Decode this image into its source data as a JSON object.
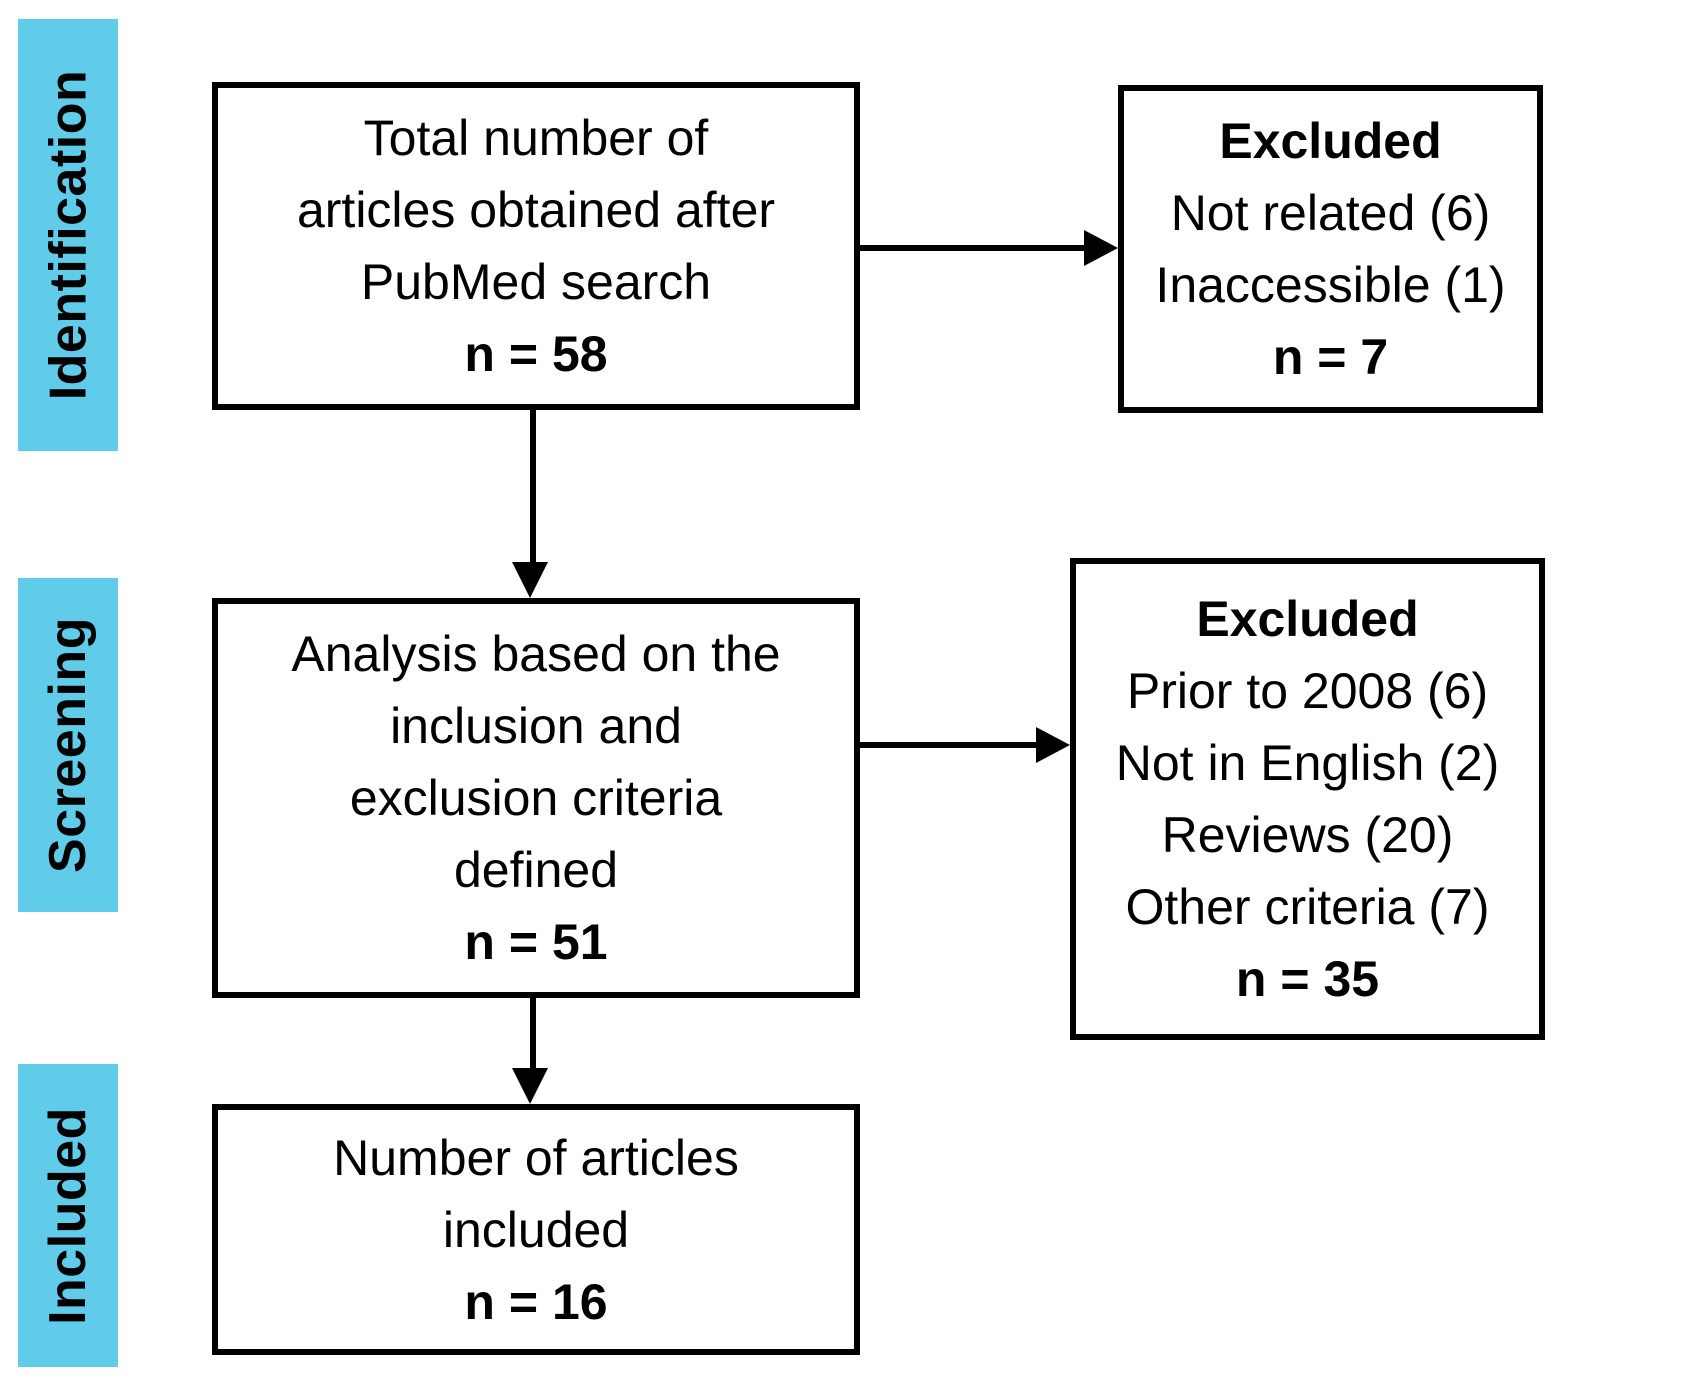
{
  "diagram": {
    "background_color": "#ffffff",
    "band_color": "#61ccea",
    "border_color": "#000000",
    "text_color": "#000000"
  },
  "stages": {
    "identification": "Identification",
    "screening": "Screening",
    "included": "Included"
  },
  "boxes": {
    "pubmed_search": {
      "lines": [
        "Total number of",
        "articles obtained after",
        "PubMed search"
      ],
      "count": "n = 58"
    },
    "excluded_identification": {
      "title": "Excluded",
      "lines": [
        "Not related (6)",
        "Inaccessible (1)"
      ],
      "count": "n = 7"
    },
    "analysis": {
      "lines": [
        "Analysis based on the",
        "inclusion and",
        "exclusion criteria",
        "defined"
      ],
      "count": "n = 51"
    },
    "excluded_screening": {
      "title": "Excluded",
      "lines": [
        "Prior to 2008 (6)",
        "Not in English (2)",
        "Reviews (20)",
        "Other criteria (7)"
      ],
      "count": "n = 35"
    },
    "included_articles": {
      "lines": [
        "Number of articles",
        "included"
      ],
      "count": "n = 16"
    }
  }
}
